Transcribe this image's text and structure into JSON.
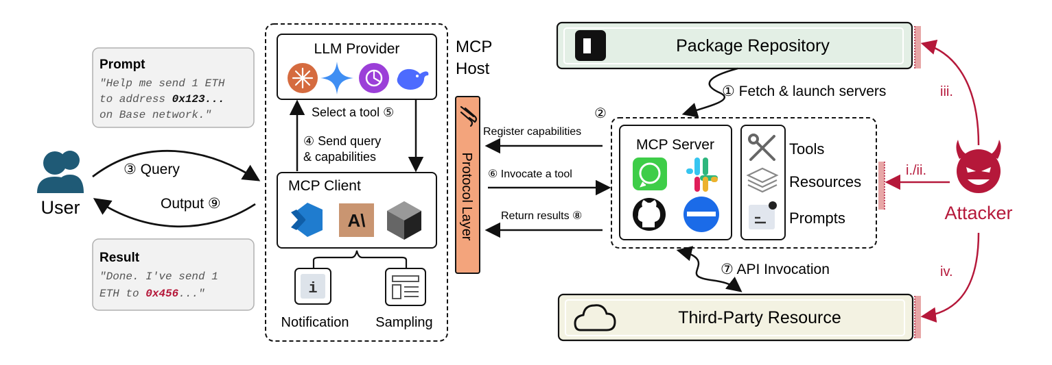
{
  "user": {
    "label": "User"
  },
  "prompt_card": {
    "title": "Prompt",
    "line1": "\"Help me send 1 ETH",
    "line2_pre": "to address ",
    "line2_highlight": "0x123...",
    "line3": "on Base network.\""
  },
  "result_card": {
    "title": "Result",
    "line1": "\"Done. I've send 1",
    "line2_pre": "ETH to ",
    "line2_highlight": "0x456",
    "line2_post": "...\""
  },
  "user_arrows": {
    "query": "③ Query",
    "output": "Output ⑨"
  },
  "host": {
    "label_line1": "MCP",
    "label_line2": "Host",
    "llm_provider": "LLM Provider",
    "select_tool": "Select a tool ⑤",
    "send_query_line1": "④ Send query",
    "send_query_line2": "& capabilities",
    "mcp_client": "MCP Client",
    "notification": "Notification",
    "sampling": "Sampling",
    "notification_glyph": "i"
  },
  "protocol_layer": {
    "label": "Protocol Layer"
  },
  "transport": {
    "register": "Register capabilities",
    "invocate": "⑥ Invocate a tool",
    "return": "Return results ⑧"
  },
  "server_group": {
    "step_label": "②",
    "mcp_server": "MCP Server",
    "capabilities": [
      "Tools",
      "Resources",
      "Prompts"
    ]
  },
  "package_repo": {
    "label": "Package Repository",
    "fetch": "① Fetch & launch servers"
  },
  "third_party": {
    "label": "Third-Party Resource",
    "api": "⑦ API Invocation"
  },
  "attacker": {
    "label": "Attacker",
    "attack_labels": [
      "iii.",
      "i./ii.",
      "iv."
    ]
  },
  "colors": {
    "attacker_red": "#b5183a",
    "user_blue": "#1f5a76",
    "protocol_fill": "#f3a47c",
    "package_fill": "#e3efe5",
    "third_party_fill": "#f3f2e2",
    "card_fill": "#f2f2f2",
    "anthropic_fill": "#c99571",
    "whatsapp_green": "#3ecd48",
    "openai_purple": "#9b3fd8",
    "deepseek_blue": "#4d6bfe",
    "gemini_blue": "#3f8ef3",
    "claude_orange": "#d56b3f",
    "vscode_blue": "#1f7ccf",
    "linear_blue": "#1b6be8"
  },
  "icons": [
    "user-icon",
    "claude-icon",
    "gemini-icon",
    "openai-icon",
    "deepseek-icon",
    "vscode-icon",
    "anthropic-icon",
    "cursor-icon",
    "info-icon",
    "sampling-icon",
    "protocol-icon",
    "package-icon",
    "whatsapp-icon",
    "slack-icon",
    "github-icon",
    "linear-icon",
    "tools-icon",
    "resources-icon",
    "prompts-icon",
    "attacker-icon",
    "cloud-icon"
  ]
}
